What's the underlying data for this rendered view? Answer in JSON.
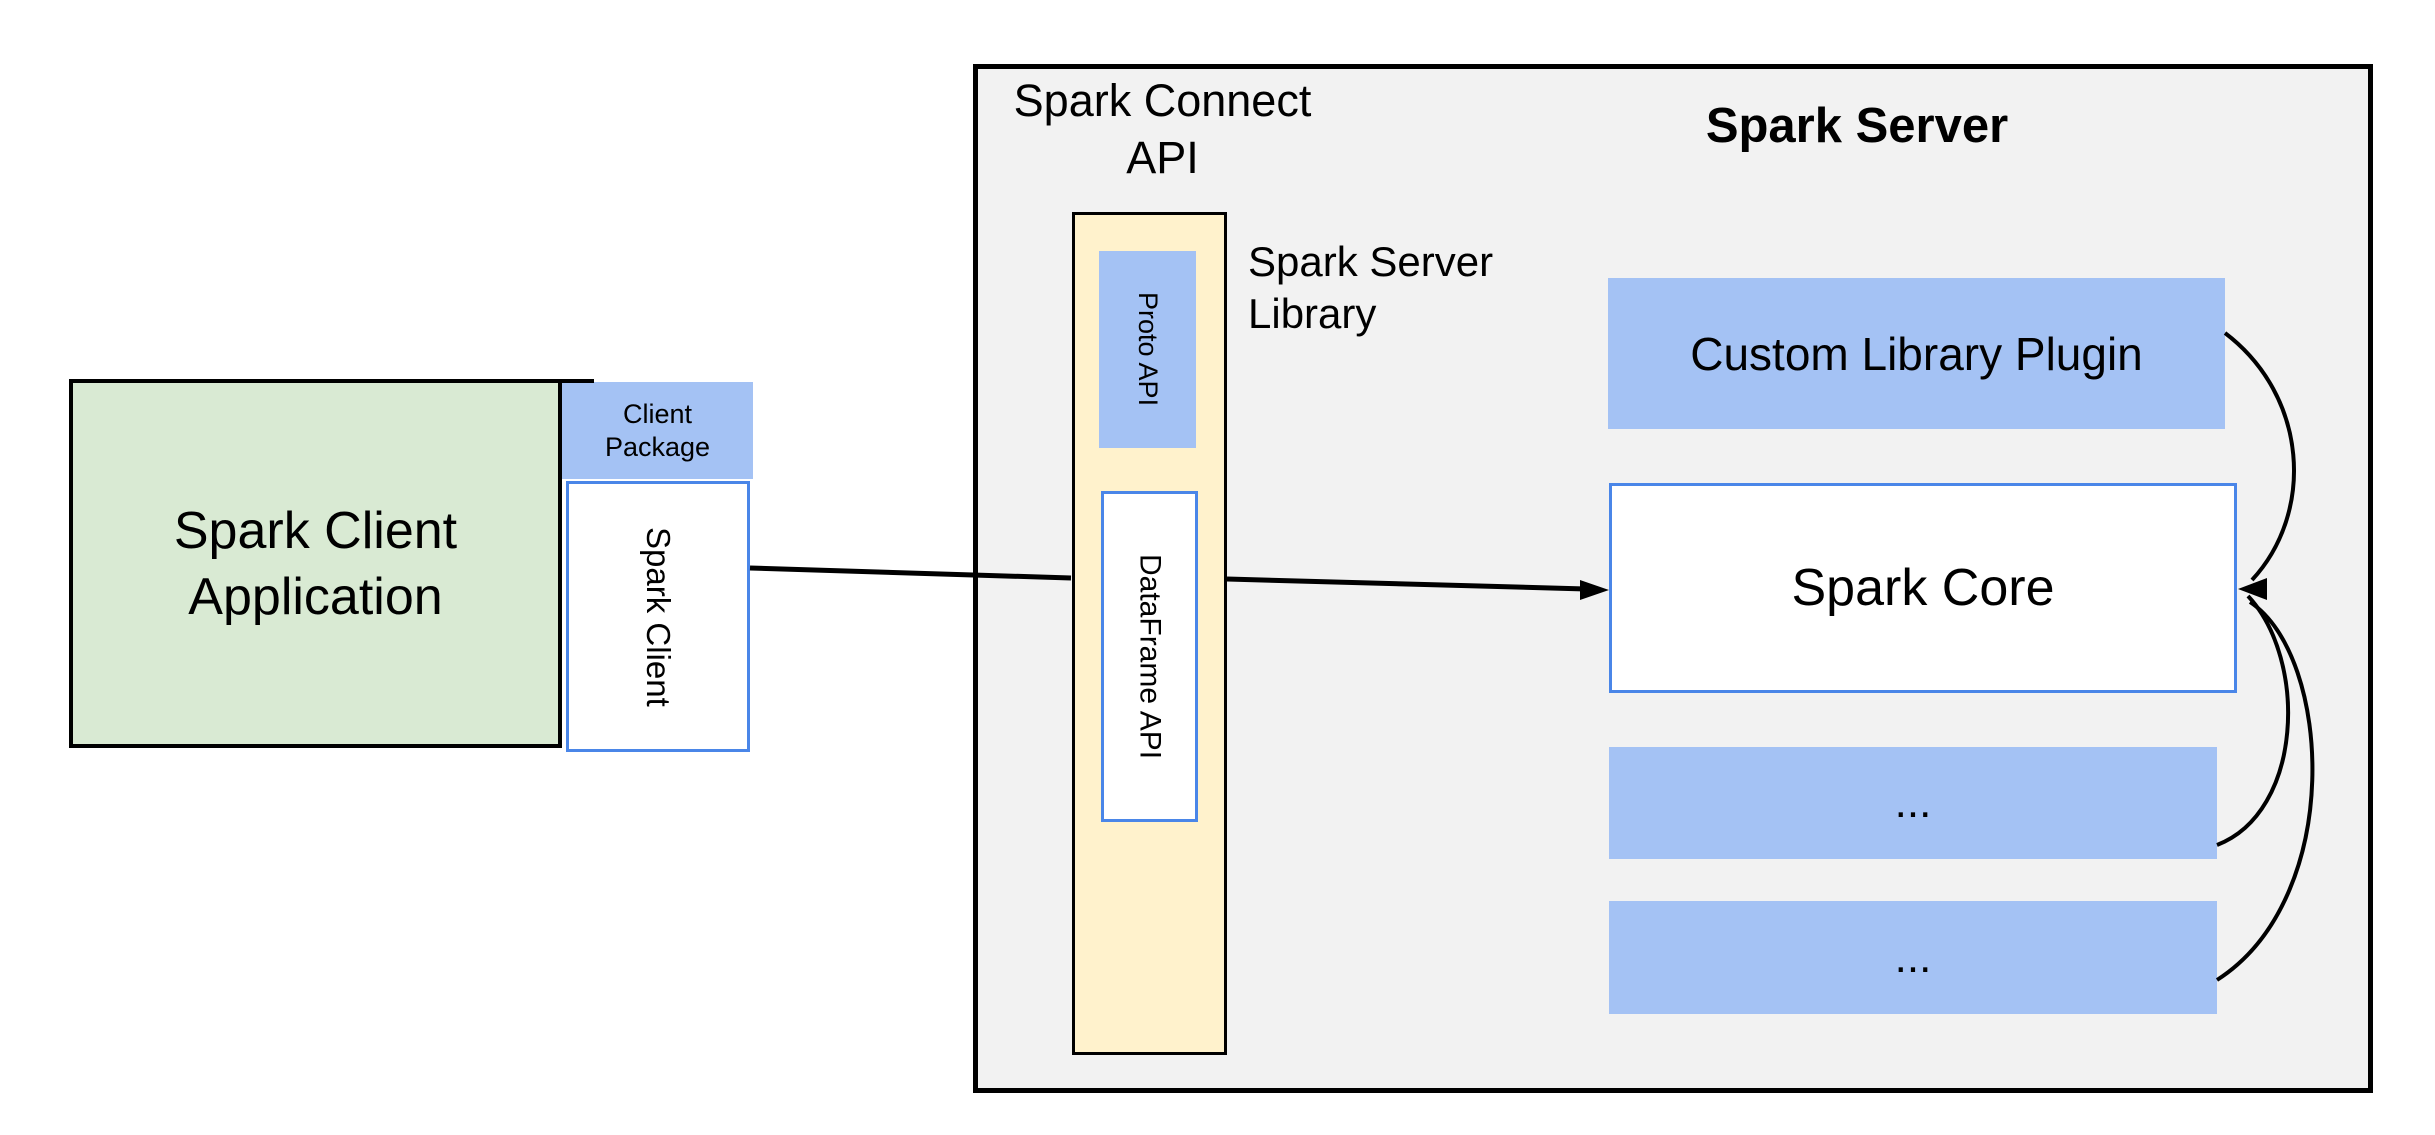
{
  "client": {
    "app_label": "Spark Client\nApplication",
    "package_label": "Client\nPackage",
    "spark_client_label": "Spark Client"
  },
  "connect_api": {
    "title": "Spark Connect\nAPI",
    "proto_label": "Proto API",
    "dataframe_label": "DataFrame API",
    "library_label": "Spark Server\nLibrary"
  },
  "server": {
    "title": "Spark Server",
    "plugin_label": "Custom Library Plugin",
    "core_label": "Spark Core",
    "more_label_1": "...",
    "more_label_2": "..."
  },
  "colors": {
    "panel_bg": "#f2f2f2",
    "green_fill": "#d9ead3",
    "blue_fill": "#a4c2f4",
    "yellow_fill": "#fff2cc",
    "blue_border": "#4a86e8",
    "black": "#000000"
  }
}
